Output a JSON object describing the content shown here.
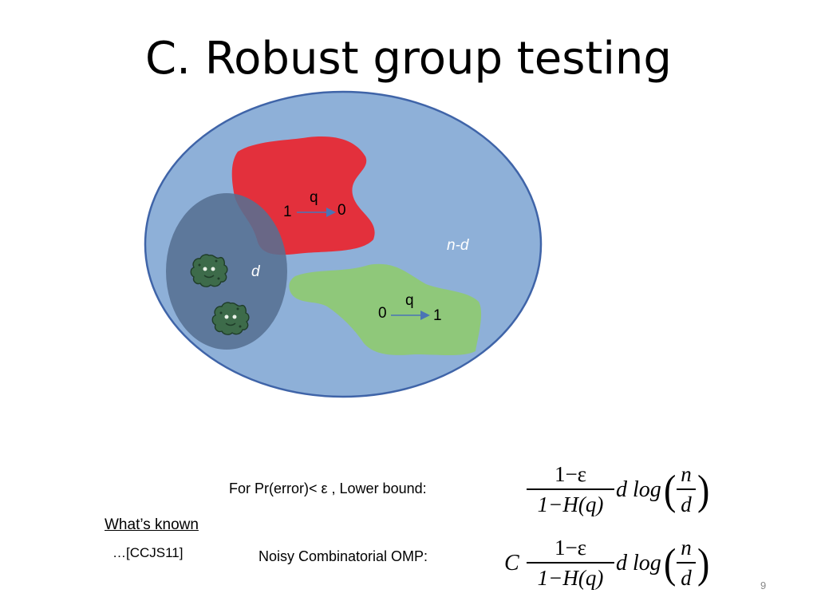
{
  "title": "C. Robust group testing",
  "diagram": {
    "red_region": {
      "q_label": "q",
      "from": "1",
      "to": "0"
    },
    "green_region": {
      "q_label": "q",
      "from": "0",
      "to": "1"
    },
    "d_label": "d",
    "nd_label": "n-d",
    "colors": {
      "outer": "#8eb0d8",
      "inner": "#566f92",
      "red": "#e3303c",
      "green": "#8fc87a",
      "arrow": "#4a74b6"
    },
    "icons": [
      "germ-icon",
      "germ-icon"
    ]
  },
  "whats_known": "What’s known",
  "citation": "…[CCJS11]",
  "lower_bound_label": "For Pr(error)< ε , Lower bound:",
  "omp_label": "Noisy Combinatorial OMP:",
  "formula_lower": {
    "numerator": "1−ε",
    "denominator": "1−H(q)",
    "tail": "d log",
    "inner_num": "n",
    "inner_den": "d"
  },
  "formula_omp": {
    "prefix": "C",
    "numerator": "1−ε",
    "denominator": "1−H(q)",
    "tail": "d log",
    "inner_num": "n",
    "inner_den": "d"
  },
  "page_number": "9"
}
